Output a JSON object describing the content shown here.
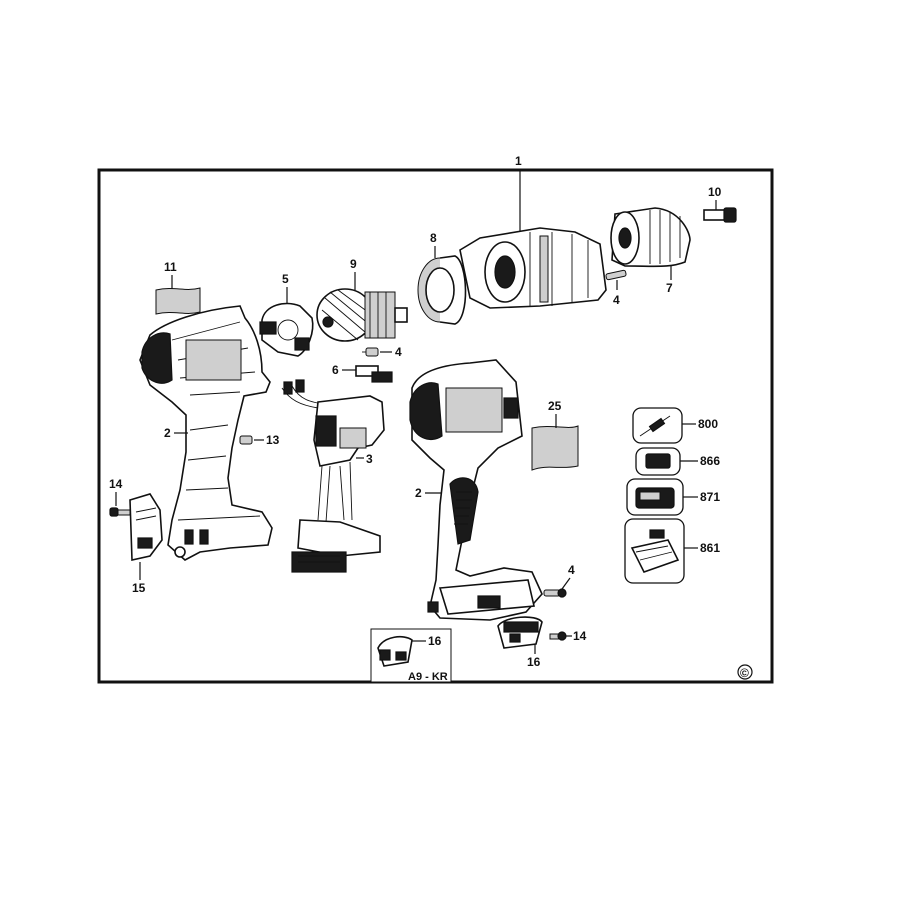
{
  "callouts": {
    "c1": "1",
    "c2a": "2",
    "c2b": "2",
    "c3": "3",
    "c4a": "4",
    "c4b": "4",
    "c4c": "4",
    "c5": "5",
    "c6": "6",
    "c7": "7",
    "c8": "8",
    "c9": "9",
    "c10": "10",
    "c11": "11",
    "c13": "13",
    "c14a": "14",
    "c14b": "14",
    "c15": "15",
    "c16a": "16",
    "c16b": "16",
    "c25": "25",
    "c800": "800",
    "c866": "866",
    "c871": "871",
    "c861": "861"
  },
  "inset_label": "A9 - KR",
  "copyright": "©"
}
